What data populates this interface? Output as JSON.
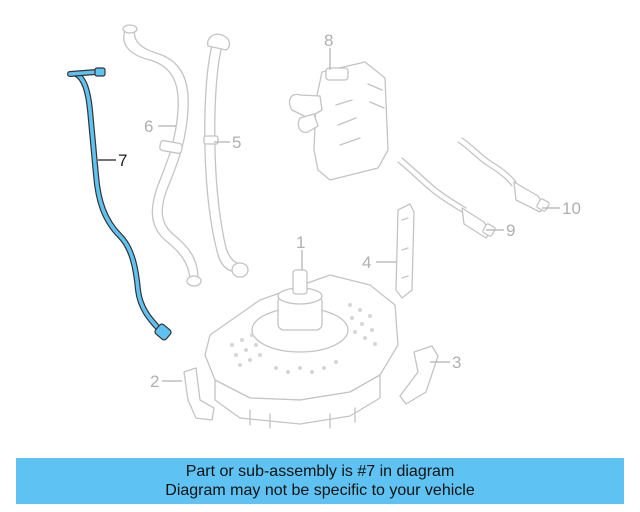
{
  "diagram": {
    "highlight_color": "#5ec3f2",
    "callouts": [
      {
        "id": "1",
        "label": "1"
      },
      {
        "id": "2",
        "label": "2"
      },
      {
        "id": "3",
        "label": "3"
      },
      {
        "id": "4",
        "label": "4"
      },
      {
        "id": "5",
        "label": "5"
      },
      {
        "id": "6",
        "label": "6"
      },
      {
        "id": "7",
        "label": "7",
        "highlighted": true
      },
      {
        "id": "8",
        "label": "8"
      },
      {
        "id": "9",
        "label": "9"
      },
      {
        "id": "10",
        "label": "10"
      }
    ]
  },
  "banner": {
    "line1": "Part or sub-assembly is #7 in diagram",
    "line2": "Diagram may not be specific to your vehicle",
    "background": "#5ec3f2"
  }
}
